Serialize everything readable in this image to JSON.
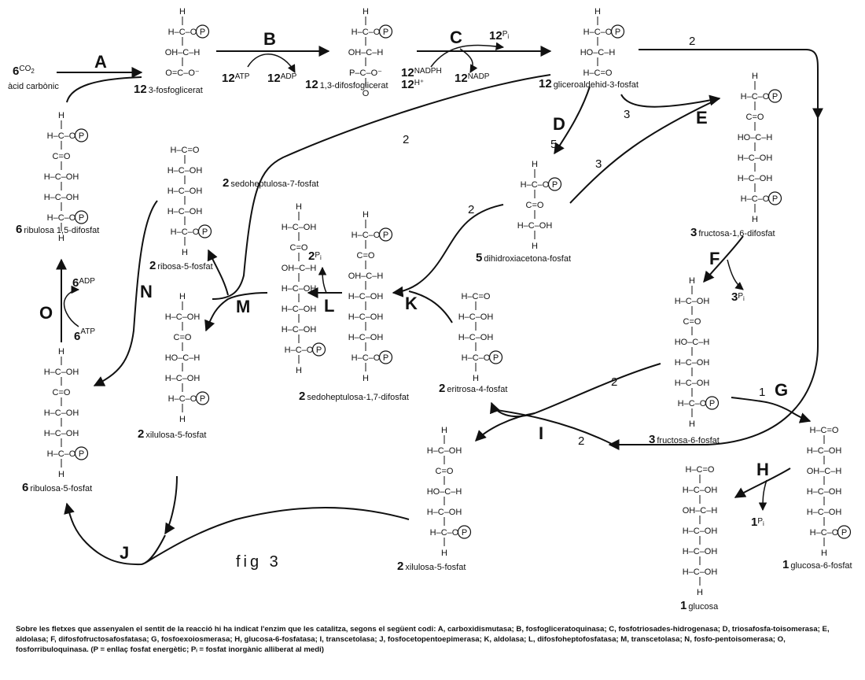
{
  "figure_label": "fig 3",
  "enzymes": {
    "A": "A",
    "B": "B",
    "C": "C",
    "D": "D",
    "E": "E",
    "F": "F",
    "G": "G",
    "H": "H",
    "I": "I",
    "J": "J",
    "K": "K",
    "L": "L",
    "M": "M",
    "N": "N",
    "O": "O"
  },
  "compounds": {
    "co2": {
      "n": "6",
      "name": "CO",
      "sub": "2",
      "note": "àcid carbònic"
    },
    "pga": {
      "n": "12",
      "name": "3-fosfoglicerat",
      "lines": [
        "H",
        "H–C–O",
        "OH–C–H",
        "O=C–O⁻"
      ]
    },
    "bpg": {
      "n": "12",
      "name": "1,3-difosfoglicerat",
      "lines": [
        "H",
        "H–C–O",
        "OH–C–H",
        "P–C–O⁻",
        "O"
      ]
    },
    "gap": {
      "n": "12",
      "name": "gliceroaldehid-3-fosfat",
      "lines": [
        "H",
        "H–C–O",
        "HO–C–H",
        "H–C=O"
      ]
    },
    "rubp": {
      "n": "6",
      "name": "ribulosa 1,5-difosfat",
      "lines": [
        "H",
        "H–C–O",
        "C=O",
        "H–C–OH",
        "H–C–OH",
        "H–C–O",
        "H"
      ]
    },
    "ru5p": {
      "n": "6",
      "name": "ribulosa-5-fosfat",
      "lines": [
        "H",
        "H–C–OH",
        "C=O",
        "H–C–OH",
        "H–C–OH",
        "H–C–O",
        "H"
      ]
    },
    "fbp": {
      "n": "3",
      "name": "fructosa-1,6-difosfat",
      "lines": [
        "H",
        "H–C–O",
        "C=O",
        "HO–C–H",
        "H–C–OH",
        "H–C–OH",
        "H–C–O",
        "H"
      ]
    },
    "f6p": {
      "n": "3",
      "name": "fructosa-6-fosfat",
      "lines": [
        "H",
        "H–C–OH",
        "C=O",
        "HO–C–H",
        "H–C–OH",
        "H–C–OH",
        "H–C–O",
        "H"
      ]
    },
    "dhap": {
      "n": "5",
      "name": "dihidroxiacetona-fosfat",
      "lines": [
        "H",
        "H–C–O",
        "C=O",
        "H–C–OH",
        "H"
      ]
    },
    "s7p": {
      "n": "2",
      "name": "sedoheptulosa-7-fosfat",
      "lines": [
        "H",
        "H–C–OH",
        "C=O",
        "OH–C–H",
        "H–C–OH",
        "H–C–OH",
        "H–C–OH",
        "H–C–O",
        "H"
      ]
    },
    "r5p": {
      "n": "2",
      "name": "ribosa-5-fosfat",
      "lines": [
        "H–C=O",
        "H–C–OH",
        "H–C–OH",
        "H–C–OH",
        "H–C–O",
        "H"
      ]
    },
    "sbp": {
      "n": "2",
      "name": "sedoheptulosa-1,7-difosfat",
      "lines": [
        "H",
        "H–C–O",
        "C=O",
        "OH–C–H",
        "H–C–OH",
        "H–C–OH",
        "H–C–OH",
        "H–C–O",
        "H"
      ]
    },
    "e4p": {
      "n": "2",
      "name": "eritrosa-4-fosfat",
      "lines": [
        "H–C=O",
        "H–C–OH",
        "H–C–OH",
        "H–C–O",
        "H"
      ]
    },
    "xu5p_a": {
      "n": "2",
      "name": "xilulosa-5-fosfat",
      "lines": [
        "H",
        "H–C–OH",
        "C=O",
        "HO–C–H",
        "H–C–OH",
        "H–C–O",
        "H"
      ]
    },
    "xu5p_b": {
      "n": "2",
      "name": "xilulosa-5-fosfat",
      "lines": [
        "H",
        "H–C–OH",
        "C=O",
        "HO–C–H",
        "H–C–OH",
        "H–C–O",
        "H"
      ]
    },
    "g6p": {
      "n": "1",
      "name": "glucosa-6-fosfat",
      "lines": [
        "H–C=O",
        "H–C–OH",
        "OH–C–H",
        "H–C–OH",
        "H–C–OH",
        "H–C–O",
        "H"
      ]
    },
    "glc": {
      "n": "1",
      "name": "glucosa",
      "lines": [
        "H–C=O",
        "H–C–OH",
        "OH–C–H",
        "H–C–OH",
        "H–C–OH",
        "H–C–OH",
        "H"
      ]
    }
  },
  "cofactors": {
    "b_atp": {
      "n": "12",
      "t": "ATP"
    },
    "b_adp": {
      "n": "12",
      "t": "ADP"
    },
    "c_nadph": {
      "n": "12",
      "t": "NADPH"
    },
    "c_h": {
      "n": "12",
      "t": "H⁺"
    },
    "c_nadp": {
      "n": "12",
      "t": "NADP"
    },
    "c_pi": {
      "n": "12",
      "t": "P",
      "sub": "i"
    },
    "o_adp": {
      "n": "6",
      "t": "ADP"
    },
    "o_atp": {
      "n": "6",
      "t": "ATP"
    },
    "f_pi": {
      "n": "3",
      "t": "P",
      "sub": "i"
    },
    "l_pi": {
      "n": "2",
      "t": "P",
      "sub": "i"
    },
    "h_pi": {
      "n": "1",
      "t": "P",
      "sub": "i"
    }
  },
  "arrow_counts": [
    "2",
    "3",
    "3",
    "5",
    "2",
    "2",
    "2",
    "1",
    "2"
  ],
  "phosphate_symbol": "P",
  "caption": "Sobre les fletxes que assenyalen el sentit de la reacció hi ha indicat l'enzim que les catalitza, segons el següent codi: A, carboxidismutasa; B, fosfogliceratoquinasa; C, fosfotriosades-hidrogenasa; D, triosafosfa-toisomerasa; E, aldolasa; F, difosfofructosafosfatasa; G, fosfoexoiosmerasa; H, glucosa-6-fosfatasa; I, transcetolasa; J, fosfocetopentoepimerasa; K, aldolasa; L, difosfoheptofosfatasa; M, transcetolasa; N, fosfo-pentoisomerasa; O, fosforribuloquinasa. (P = enllaç fosfat energètic; Pᵢ = fosfat inorgànic alliberat al medi)"
}
